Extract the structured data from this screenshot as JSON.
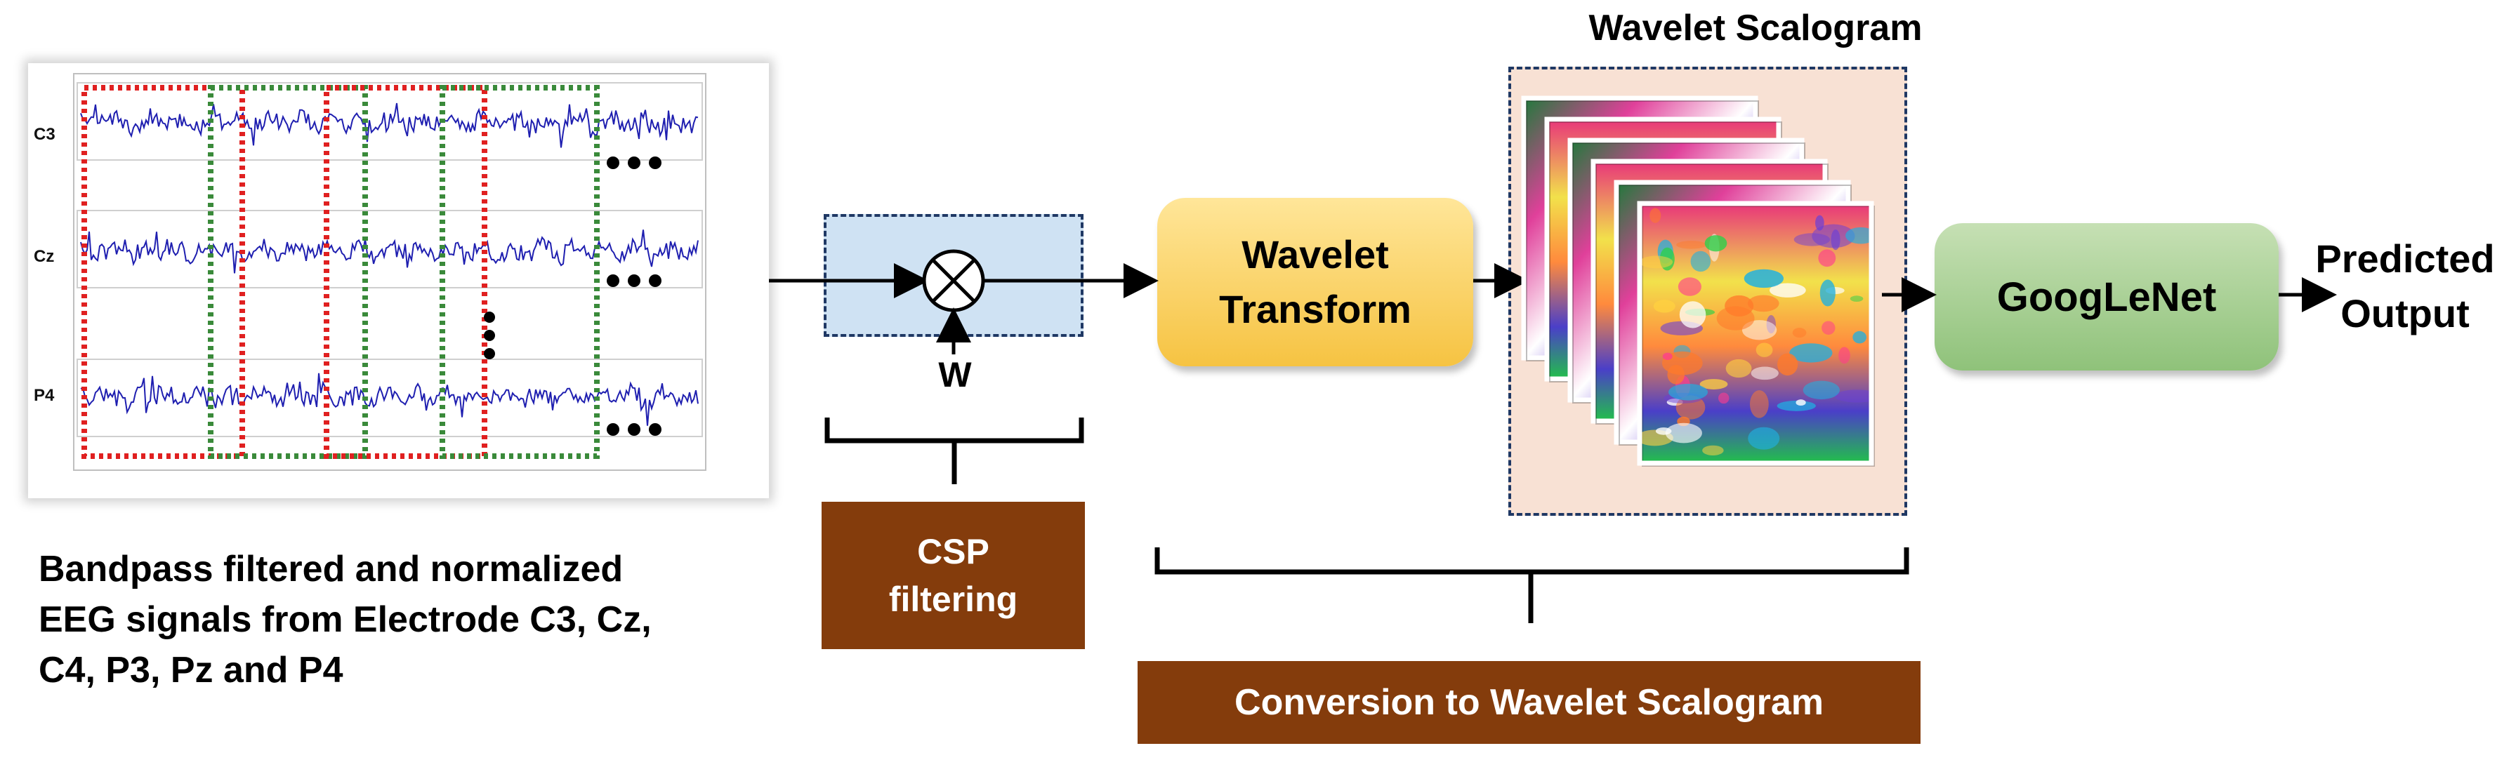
{
  "eeg": {
    "channels": [
      "C3",
      "Cz",
      "P4"
    ],
    "caption": "Bandpass filtered and normalized\nEEG signals from Electrode C3, Cz,\nC4, P3, Pz and P4"
  },
  "csp": {
    "weight_symbol": "W",
    "label": "CSP\nfiltering"
  },
  "wavelet_transform": {
    "line1": "Wavelet",
    "line2": "Transform"
  },
  "scalogram": {
    "title": "Wavelet Scalogram"
  },
  "conversion": {
    "label": "Conversion to Wavelet Scalogram"
  },
  "classifier": {
    "label": "GoogLeNet"
  },
  "output": {
    "label": "Predicted\nOutput"
  },
  "colors": {
    "brown_label": "#843c0c",
    "csp_box": "#cfe2f3",
    "wavelet_box": "#ffe699",
    "classifier_box": "#c6e0b4",
    "scalogram_bg": "#f8e1d4",
    "signal": "#1f1fb0",
    "window_red": "#e02020",
    "window_green": "#3a8a3a"
  }
}
